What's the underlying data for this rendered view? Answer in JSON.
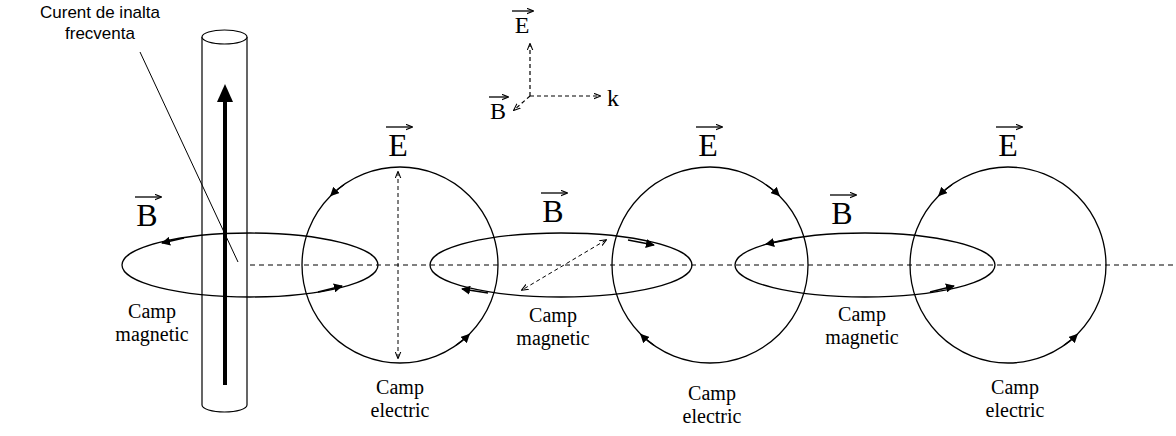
{
  "diagram": {
    "labels": [
      "E",
      "B",
      "k",
      "Curent de inalta frecventa",
      "E",
      "E",
      "E",
      "B",
      "B",
      "B",
      "Camp magnetic",
      "Camp magnetic",
      "Camp magnetic",
      "Camp electric",
      "Camp electric",
      "Camp electric"
    ]
  }
}
